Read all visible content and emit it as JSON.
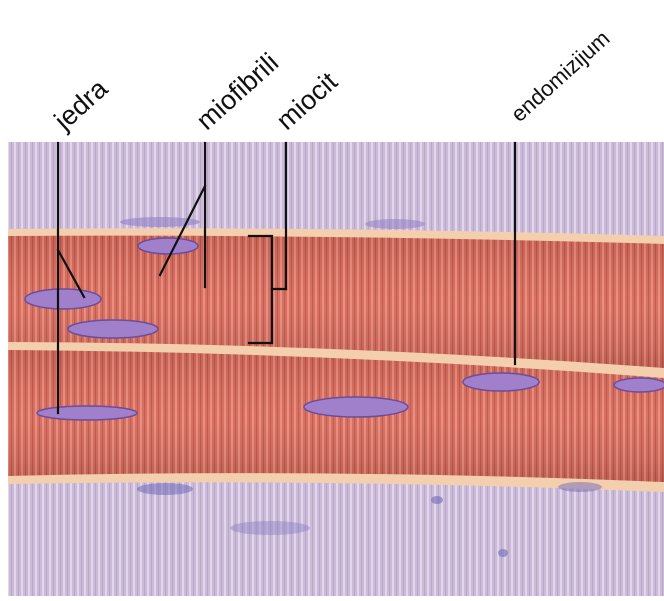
{
  "labels": {
    "nuclei": "jedra",
    "myofibrils": "miofibrili",
    "myocyte": "miocit",
    "endomysium": "endomizijum"
  },
  "colors": {
    "background_tissue": "#cfc0dc",
    "muscle_fiber": "#d8675a",
    "muscle_fiber_dark": "#b94a40",
    "endomysium": "#f4cfae",
    "nucleus": "#9f7dc8",
    "nucleus_outline": "#6c4d9a",
    "leader_line": "#111111"
  }
}
